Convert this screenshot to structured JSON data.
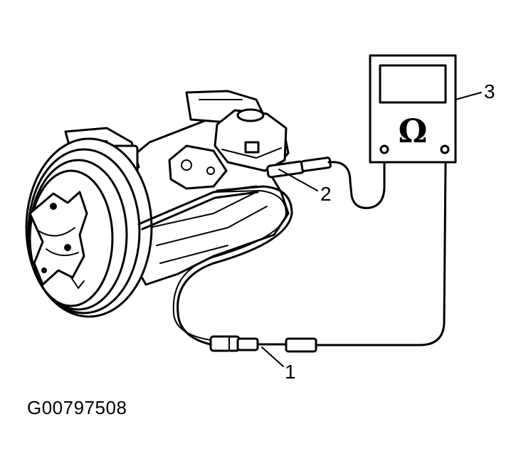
{
  "diagram": {
    "callouts": {
      "connector_1": "1",
      "connector_2": "2",
      "ohmmeter_3": "3"
    },
    "meter_symbol": "Ω",
    "figure_code": "G00797508"
  },
  "colors": {
    "ink": "#000000",
    "background": "#ffffff"
  },
  "icons": {
    "compressor": "ac-compressor-illustration",
    "meter": "ohmmeter-icon"
  }
}
